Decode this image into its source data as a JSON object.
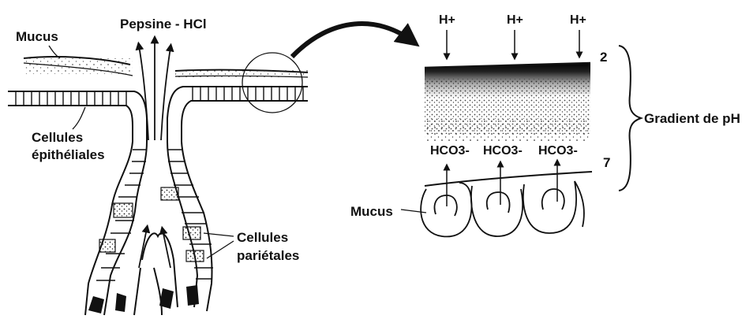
{
  "labels": {
    "mucus_top": "Mucus",
    "pepsine": "Pepsine - HCl",
    "cellules_epitheliales_1": "Cellules",
    "cellules_epitheliales_2": "épithéliales",
    "cellules_parietales_1": "Cellules",
    "cellules_parietales_2": "pariétales",
    "h_plus": "H+",
    "hco3": "HCO3-",
    "ph_top": "2",
    "ph_bottom": "7",
    "gradient": "Gradient de pH",
    "mucus_right": "Mucus"
  }
}
